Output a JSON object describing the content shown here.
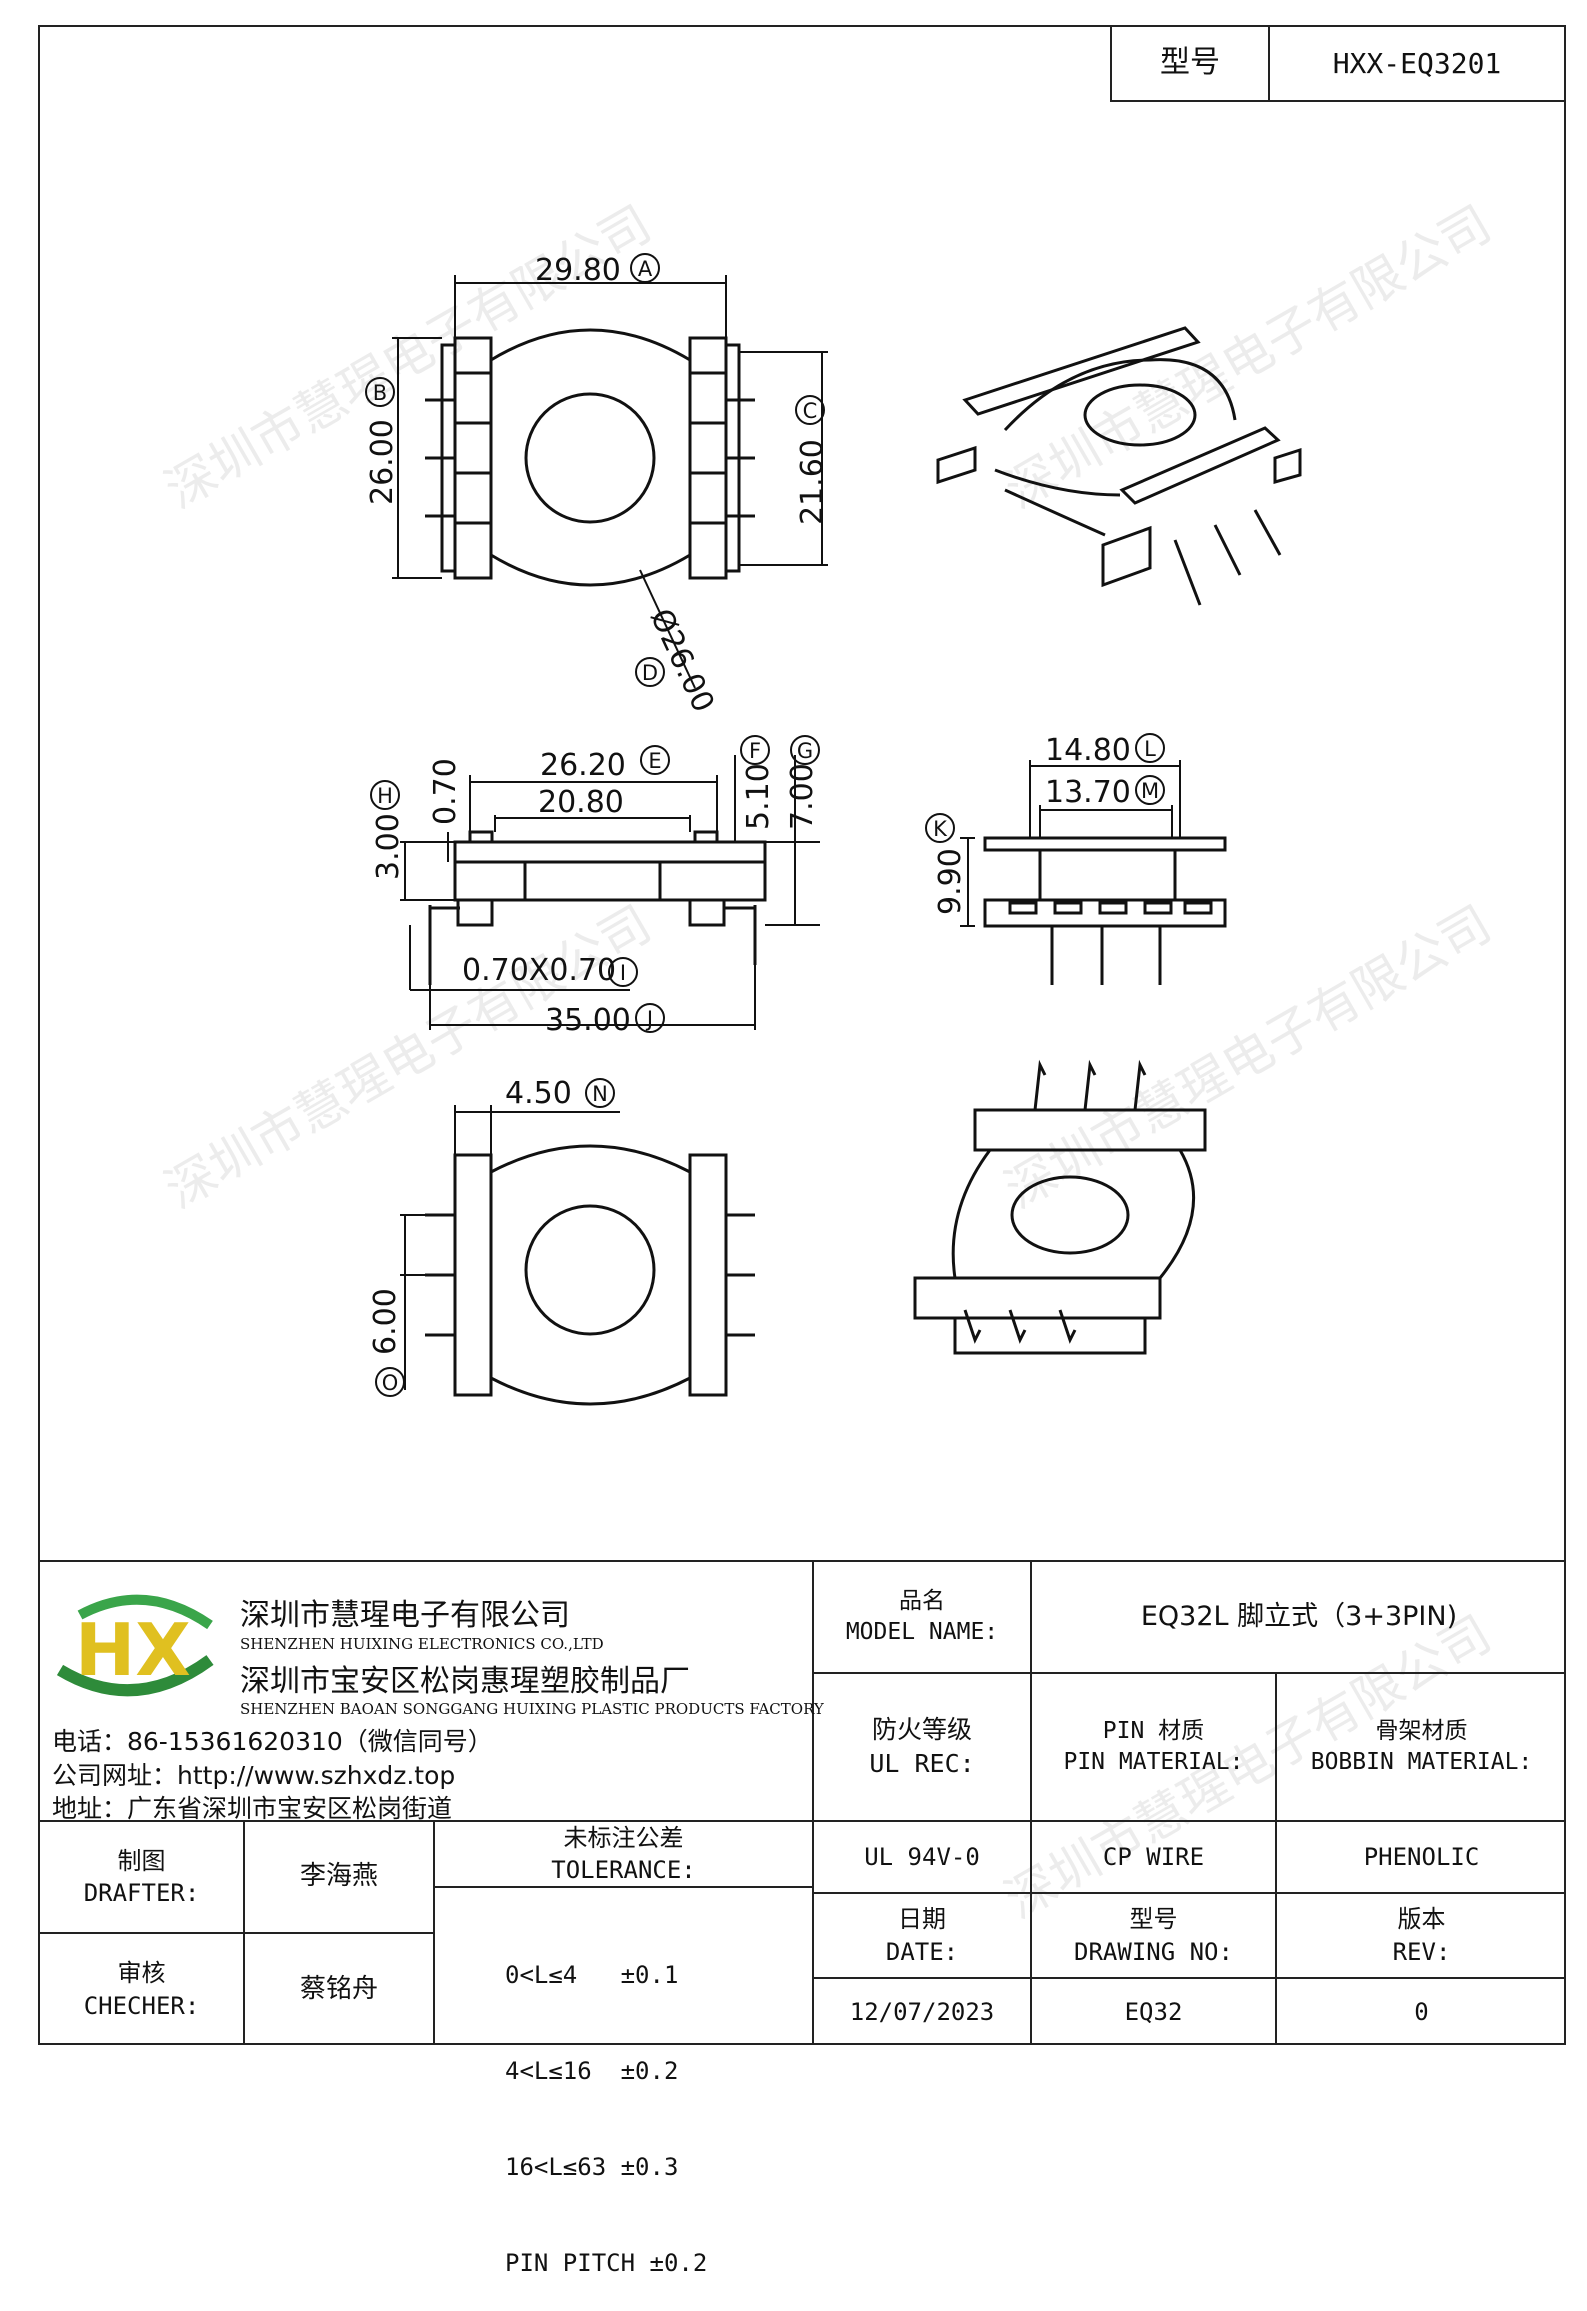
{
  "header": {
    "model_label": "型号",
    "model_value": "HXX-EQ3201"
  },
  "drawing": {
    "top_view": {
      "A": "29.80",
      "B": "26.00",
      "C": "21.60",
      "D": "Ø26.00"
    },
    "side_view": {
      "E": "26.20",
      "inner": "20.80",
      "H": "3.00",
      "F": "5.10",
      "G": "7.00",
      "flange": "0.70",
      "I": "0.70X0.70",
      "J": "35.00"
    },
    "end_view": {
      "L": "14.80",
      "M": "13.70",
      "K": "9.90"
    },
    "bottom_view": {
      "N": "4.50",
      "O": "6.00"
    },
    "tags": {
      "A": "A",
      "B": "B",
      "C": "C",
      "D": "D",
      "E": "E",
      "F": "F",
      "G": "G",
      "H": "H",
      "I": "I",
      "J": "J",
      "K": "K",
      "L": "L",
      "M": "M",
      "N": "N",
      "O": "O"
    }
  },
  "watermark": "深圳市慧瑆电子有限公司",
  "company": {
    "logo_text": "HX",
    "name_cn": "深圳市慧瑆电子有限公司",
    "name_en": "SHENZHEN HUIXING ELECTRONICS CO.,LTD",
    "factory_cn": "深圳市宝安区松岗惠瑆塑胶制品厂",
    "factory_en": "SHENZHEN BAOAN SONGGANG HUIXING PLASTIC PRODUCTS FACTORY",
    "phone": "电话：86-15361620310（微信同号）",
    "website": "公司网址：http://www.szhxdz.top",
    "address": "地址：广东省深圳市宝安区松岗街道"
  },
  "title_block": {
    "model_name_label_cn": "品名",
    "model_name_label_en": "MODEL NAME:",
    "model_name_value": "EQ32L 脚立式（3+3PIN)",
    "fire_label_cn": "防火等级",
    "fire_label_en": "UL REC:",
    "fire_value": "UL 94V-0",
    "pin_label_cn": "PIN 材质",
    "pin_label_en": "PIN MATERIAL:",
    "pin_value": "CP WIRE",
    "bobbin_label_cn": "骨架材质",
    "bobbin_label_en": "BOBBIN MATERIAL:",
    "bobbin_value": "PHENOLIC",
    "drafter_label_cn": "制图",
    "drafter_label_en": "DRAFTER:",
    "drafter_value": "李海燕",
    "checker_label_cn": "审核",
    "checker_label_en": "CHECHER:",
    "checker_value": "蔡铭舟",
    "tolerance_label_cn": "未标注公差",
    "tolerance_label_en": "TOLERANCE:",
    "tolerances": [
      "0<L≤4   ±0.1",
      "4<L≤16  ±0.2",
      "16<L≤63 ±0.3",
      "PIN PITCH ±0.2"
    ],
    "date_label_cn": "日期",
    "date_label_en": "DATE:",
    "date_value": "12/07/2023",
    "drawing_no_label_cn": "型号",
    "drawing_no_label_en": "DRAWING NO:",
    "drawing_no_value": "EQ32",
    "rev_label_cn": "版本",
    "rev_label_en": "REV:",
    "rev_value": "0"
  }
}
